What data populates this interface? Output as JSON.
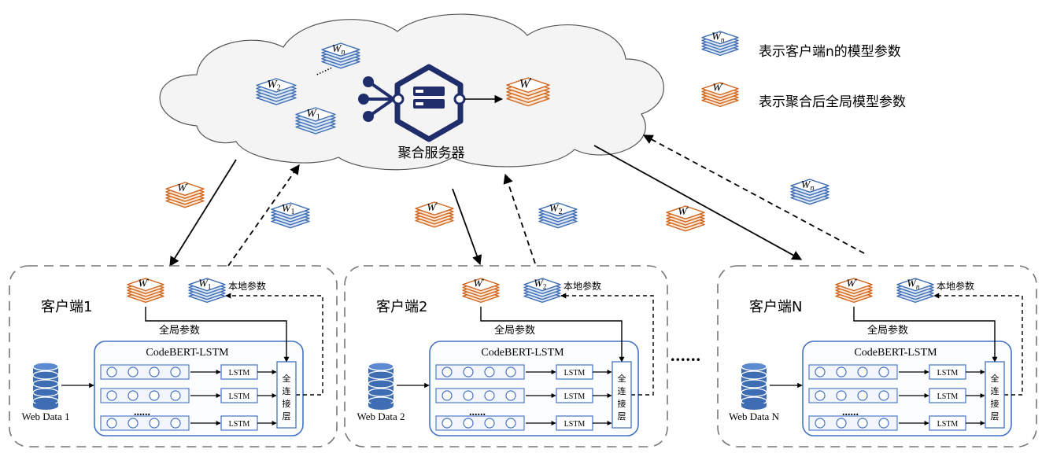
{
  "server": {
    "label": "聚合服务器"
  },
  "legend": {
    "client_params": "表示客户端n的模型参数",
    "global_params": "表示聚合后全局模型参数"
  },
  "symbols": {
    "w_sym": "W",
    "prime": "'",
    "sub_1": "1",
    "sub_2": "2",
    "sub_n": "n",
    "dots": "......"
  },
  "flow_labels": {
    "local_params": "本地参数",
    "global_params": "全局参数"
  },
  "model": {
    "name": "CodeBERT-LSTM",
    "lstm": "LSTM",
    "fc": "全连接层"
  },
  "clients": [
    {
      "title": "客户端1",
      "data": "Web Data 1"
    },
    {
      "title": "客户端2",
      "data": "Web Data 2"
    },
    {
      "title": "客户端N",
      "data": "Web Data N"
    }
  ],
  "colors": {
    "blue_param": "#3e6db3",
    "orange_param": "#d0661e",
    "server_navy": "#1f2d6b",
    "model_box": "#4472c4"
  }
}
